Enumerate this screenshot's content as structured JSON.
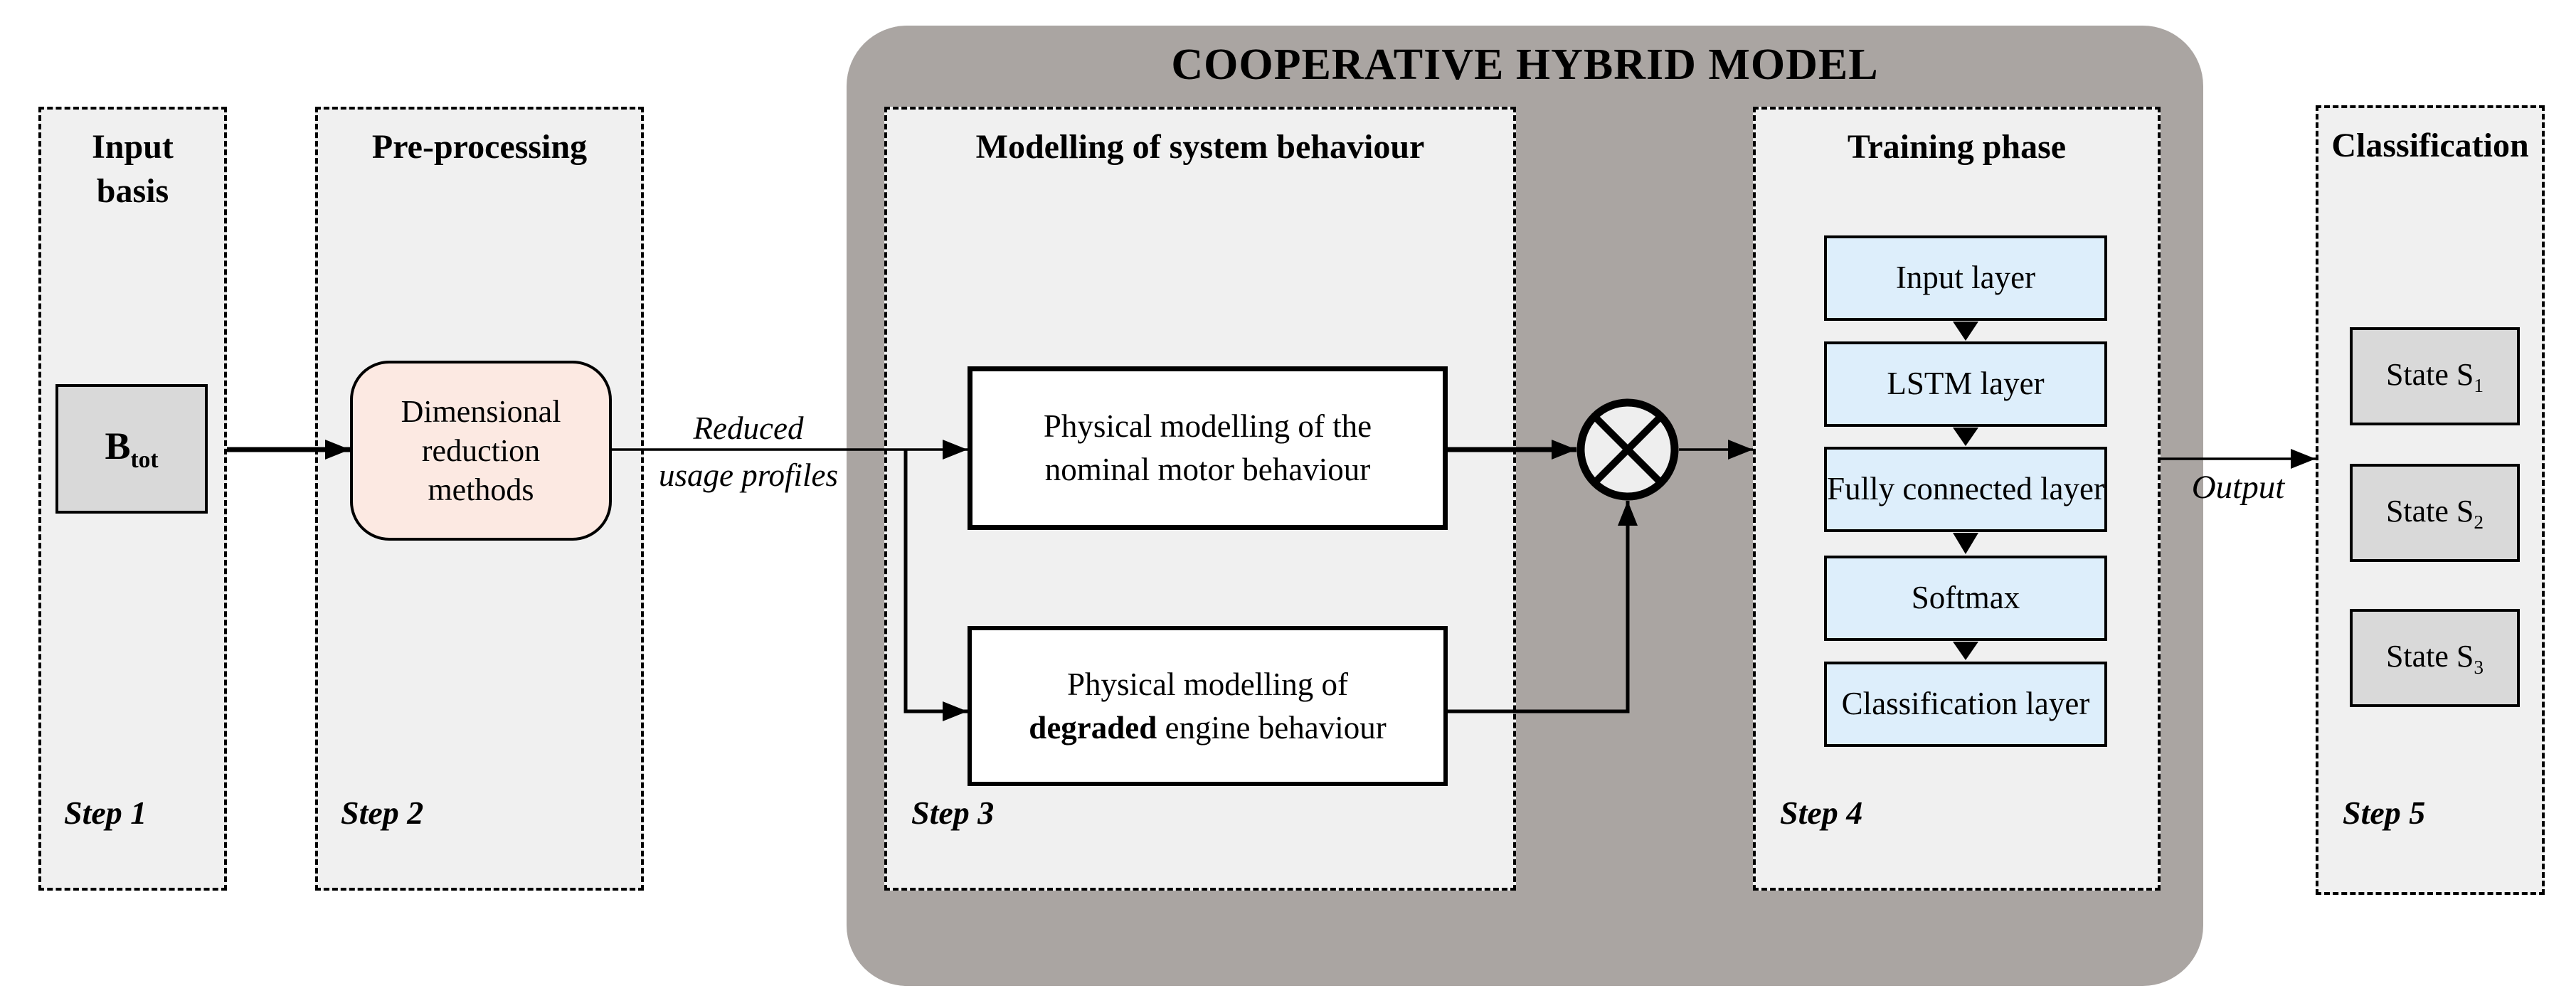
{
  "title": "COOPERATIVE HYBRID MODEL",
  "panels": {
    "input_basis": {
      "title_line1": "Input",
      "title_line2": "basis",
      "node": {
        "main": "B",
        "sub": "tot"
      },
      "step": "Step 1"
    },
    "pre_processing": {
      "title": "Pre-processing",
      "node": "Dimensional reduction methods",
      "step": "Step 2"
    },
    "modelling": {
      "title": "Modelling of system behaviour",
      "nominal": {
        "line1": "Physical modelling of the",
        "line2": "nominal motor behaviour"
      },
      "degraded": {
        "line1": "Physical modelling of",
        "bold": "degraded",
        "rest": " engine behaviour"
      },
      "step": "Step 3"
    },
    "training": {
      "title": "Training phase",
      "layers": [
        "Input layer",
        "LSTM layer",
        "Fully connected layer",
        "Softmax",
        "Classification layer"
      ],
      "step": "Step 4"
    },
    "classification": {
      "title": "Classification",
      "states": [
        {
          "main": "State S",
          "sub": "1"
        },
        {
          "main": "State S",
          "sub": "2"
        },
        {
          "main": "State S",
          "sub": "3"
        }
      ],
      "step": "Step 5"
    }
  },
  "flow_labels": {
    "reduced_line1": "Reduced",
    "reduced_line2": "usage profiles",
    "output": "Output"
  },
  "colors": {
    "container_gray": "#aaa5a2",
    "panel_fill": "#f0f0f0",
    "gray_node_fill": "#d9d9d9",
    "pink_node_fill": "#fce9e2",
    "blue_node_fill": "#ddeefb",
    "white_node_fill": "#ffffff",
    "line_black": "#000000"
  }
}
